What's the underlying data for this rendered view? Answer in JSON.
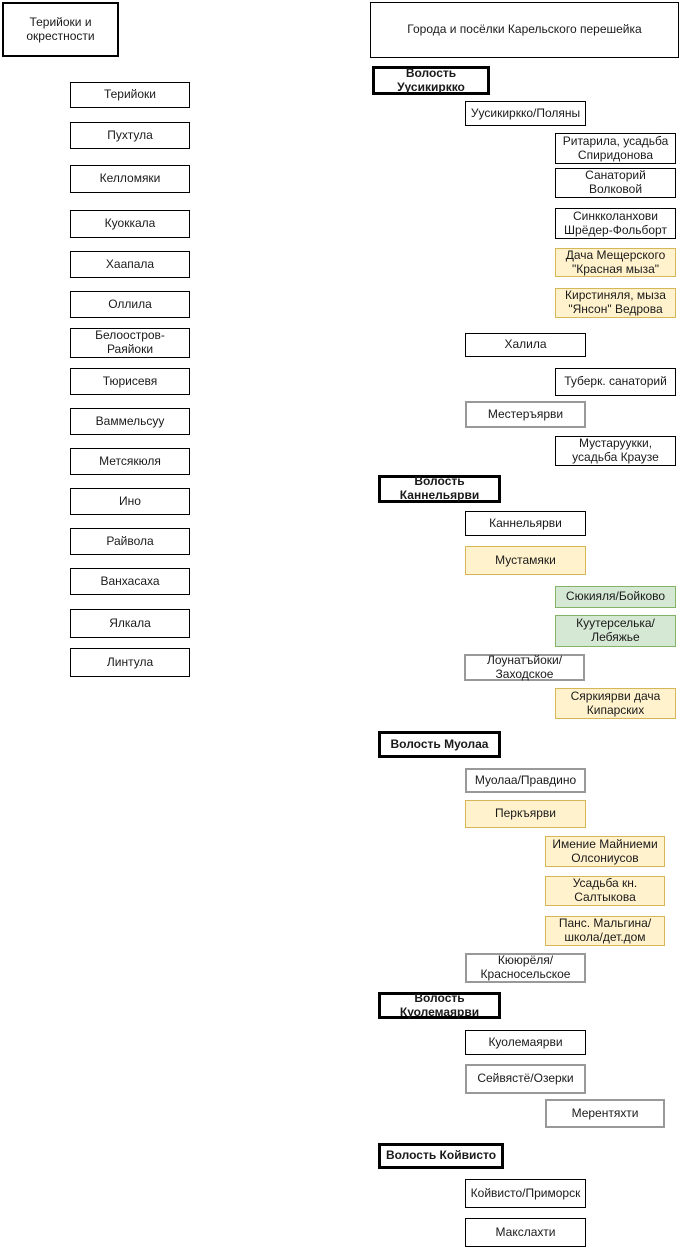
{
  "left_panel": {
    "title": "Терийоки и окрестности",
    "items": [
      "Терийоки",
      "Пухтула",
      "Келломяки",
      "Куоккала",
      "Хаапала",
      "Оллила",
      "Белоостров-Раяйоки",
      "Тюрисевя",
      "Ваммельсуу",
      "Метсякюля",
      "Ино",
      "Райвола",
      "Ванхасаха",
      "Ялкала",
      "Линтула"
    ]
  },
  "right_panel": {
    "title": "Города и посёлки Карельского перешейка",
    "sections": [
      {
        "header": "Волость Уусикиркко",
        "nodes": [
          {
            "label": "Уусикиркко/Поляны",
            "style": "plain"
          },
          {
            "label": "Ритарила, усадьба Спиридонова",
            "style": "plain"
          },
          {
            "label": "Санаторий Волковой",
            "style": "plain"
          },
          {
            "label": "Синкколанхови Шрёдер-Фольборт",
            "style": "plain"
          },
          {
            "label": "Дача Мещерского \"Красная мыза\"",
            "style": "yellow"
          },
          {
            "label": "Кирстиняля, мыза \"Янсон\" Ведрова",
            "style": "yellow"
          },
          {
            "label": "Халила",
            "style": "plain"
          },
          {
            "label": "Туберк. санаторий",
            "style": "plain"
          },
          {
            "label": "Местеръярви",
            "style": "gray"
          },
          {
            "label": "Мустаруукки, усадьба Краузе",
            "style": "plain"
          }
        ]
      },
      {
        "header": "Волость Каннельярви",
        "nodes": [
          {
            "label": "Каннельярви",
            "style": "plain"
          },
          {
            "label": "Мустамяки",
            "style": "yellow"
          },
          {
            "label": "Сюкияля/Бойково",
            "style": "green"
          },
          {
            "label": "Куутерселька/Лебяжье",
            "style": "green"
          },
          {
            "label": "Лоунатъйоки/Заходское",
            "style": "gray"
          },
          {
            "label": "Сяркиярви дача Кипарских",
            "style": "yellow"
          }
        ]
      },
      {
        "header": "Волость Муолаа",
        "nodes": [
          {
            "label": "Муолаа/Правдино",
            "style": "gray"
          },
          {
            "label": "Перкъярви",
            "style": "yellow"
          },
          {
            "label": "Имение Майниеми Олсониусов",
            "style": "yellow"
          },
          {
            "label": "Усадьба кн. Салтыкова",
            "style": "yellow"
          },
          {
            "label": "Панс. Мальгина/школа/дет.дом",
            "style": "yellow"
          },
          {
            "label": "Кююрёля/Красносельское",
            "style": "gray"
          }
        ]
      },
      {
        "header": "Волость Куолемаярви",
        "nodes": [
          {
            "label": "Куолемаярви",
            "style": "plain"
          },
          {
            "label": "Сейвястё/Озерки",
            "style": "gray"
          },
          {
            "label": "Мерентяхти",
            "style": "gray"
          }
        ]
      },
      {
        "header": "Волость Койвисто",
        "nodes": [
          {
            "label": "Койвисто/Приморск",
            "style": "plain"
          },
          {
            "label": "Макслахти",
            "style": "plain"
          }
        ]
      }
    ]
  },
  "colors": {
    "yellow_fill": "#FFF2CC",
    "yellow_border": "#D6B656",
    "green_fill": "#D5E8D4",
    "green_border": "#82B366",
    "plain_border": "#000000",
    "gray_border": "#999999",
    "background": "#FFFFFF"
  }
}
